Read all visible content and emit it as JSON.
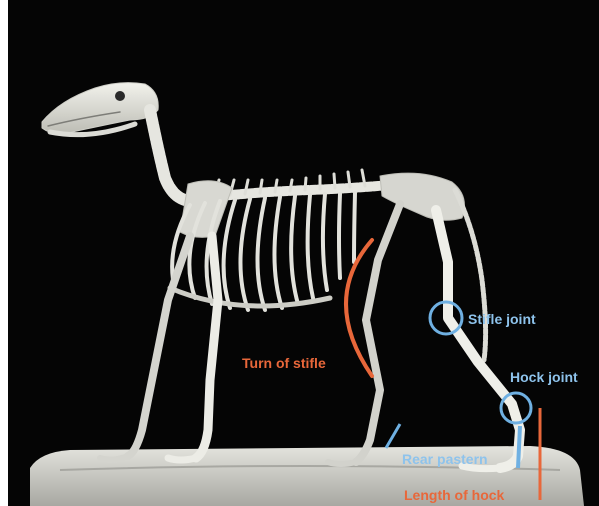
{
  "labels": {
    "turn_of_stifle": "Turn of stifle",
    "stifle_joint": "Stifle joint",
    "hock_joint": "Hock joint",
    "rear_pastern": "Rear pastern",
    "length_of_hock": "Length of hock"
  },
  "colors": {
    "background": "#000000",
    "bone": "#e6e6e0",
    "pedestal": "#cfcfc8",
    "annotation_orange": "#e8673a",
    "annotation_blue": "#8ec3ec"
  }
}
